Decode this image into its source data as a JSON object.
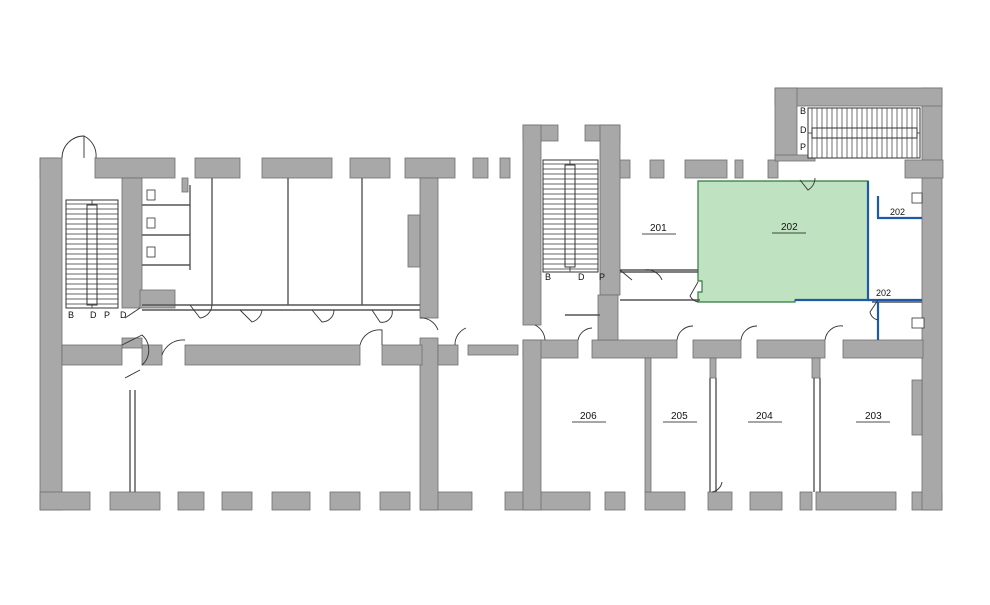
{
  "rooms": [
    {
      "id": "r201",
      "number": "201",
      "highlight": false
    },
    {
      "id": "r202",
      "number": "202",
      "highlight": true
    },
    {
      "id": "r202b",
      "number": "202",
      "highlight": false
    },
    {
      "id": "r202c",
      "number": "202",
      "highlight": false
    },
    {
      "id": "r203",
      "number": "203",
      "highlight": false
    },
    {
      "id": "r204",
      "number": "204",
      "highlight": false
    },
    {
      "id": "r205",
      "number": "205",
      "highlight": false
    },
    {
      "id": "r206",
      "number": "206",
      "highlight": false
    }
  ],
  "colors": {
    "wall": "#a8a8a8",
    "highlight_fill": "#bfe3c1",
    "highlight_border": "#2f7b3a",
    "partition_blue": "#1e5aa8"
  }
}
